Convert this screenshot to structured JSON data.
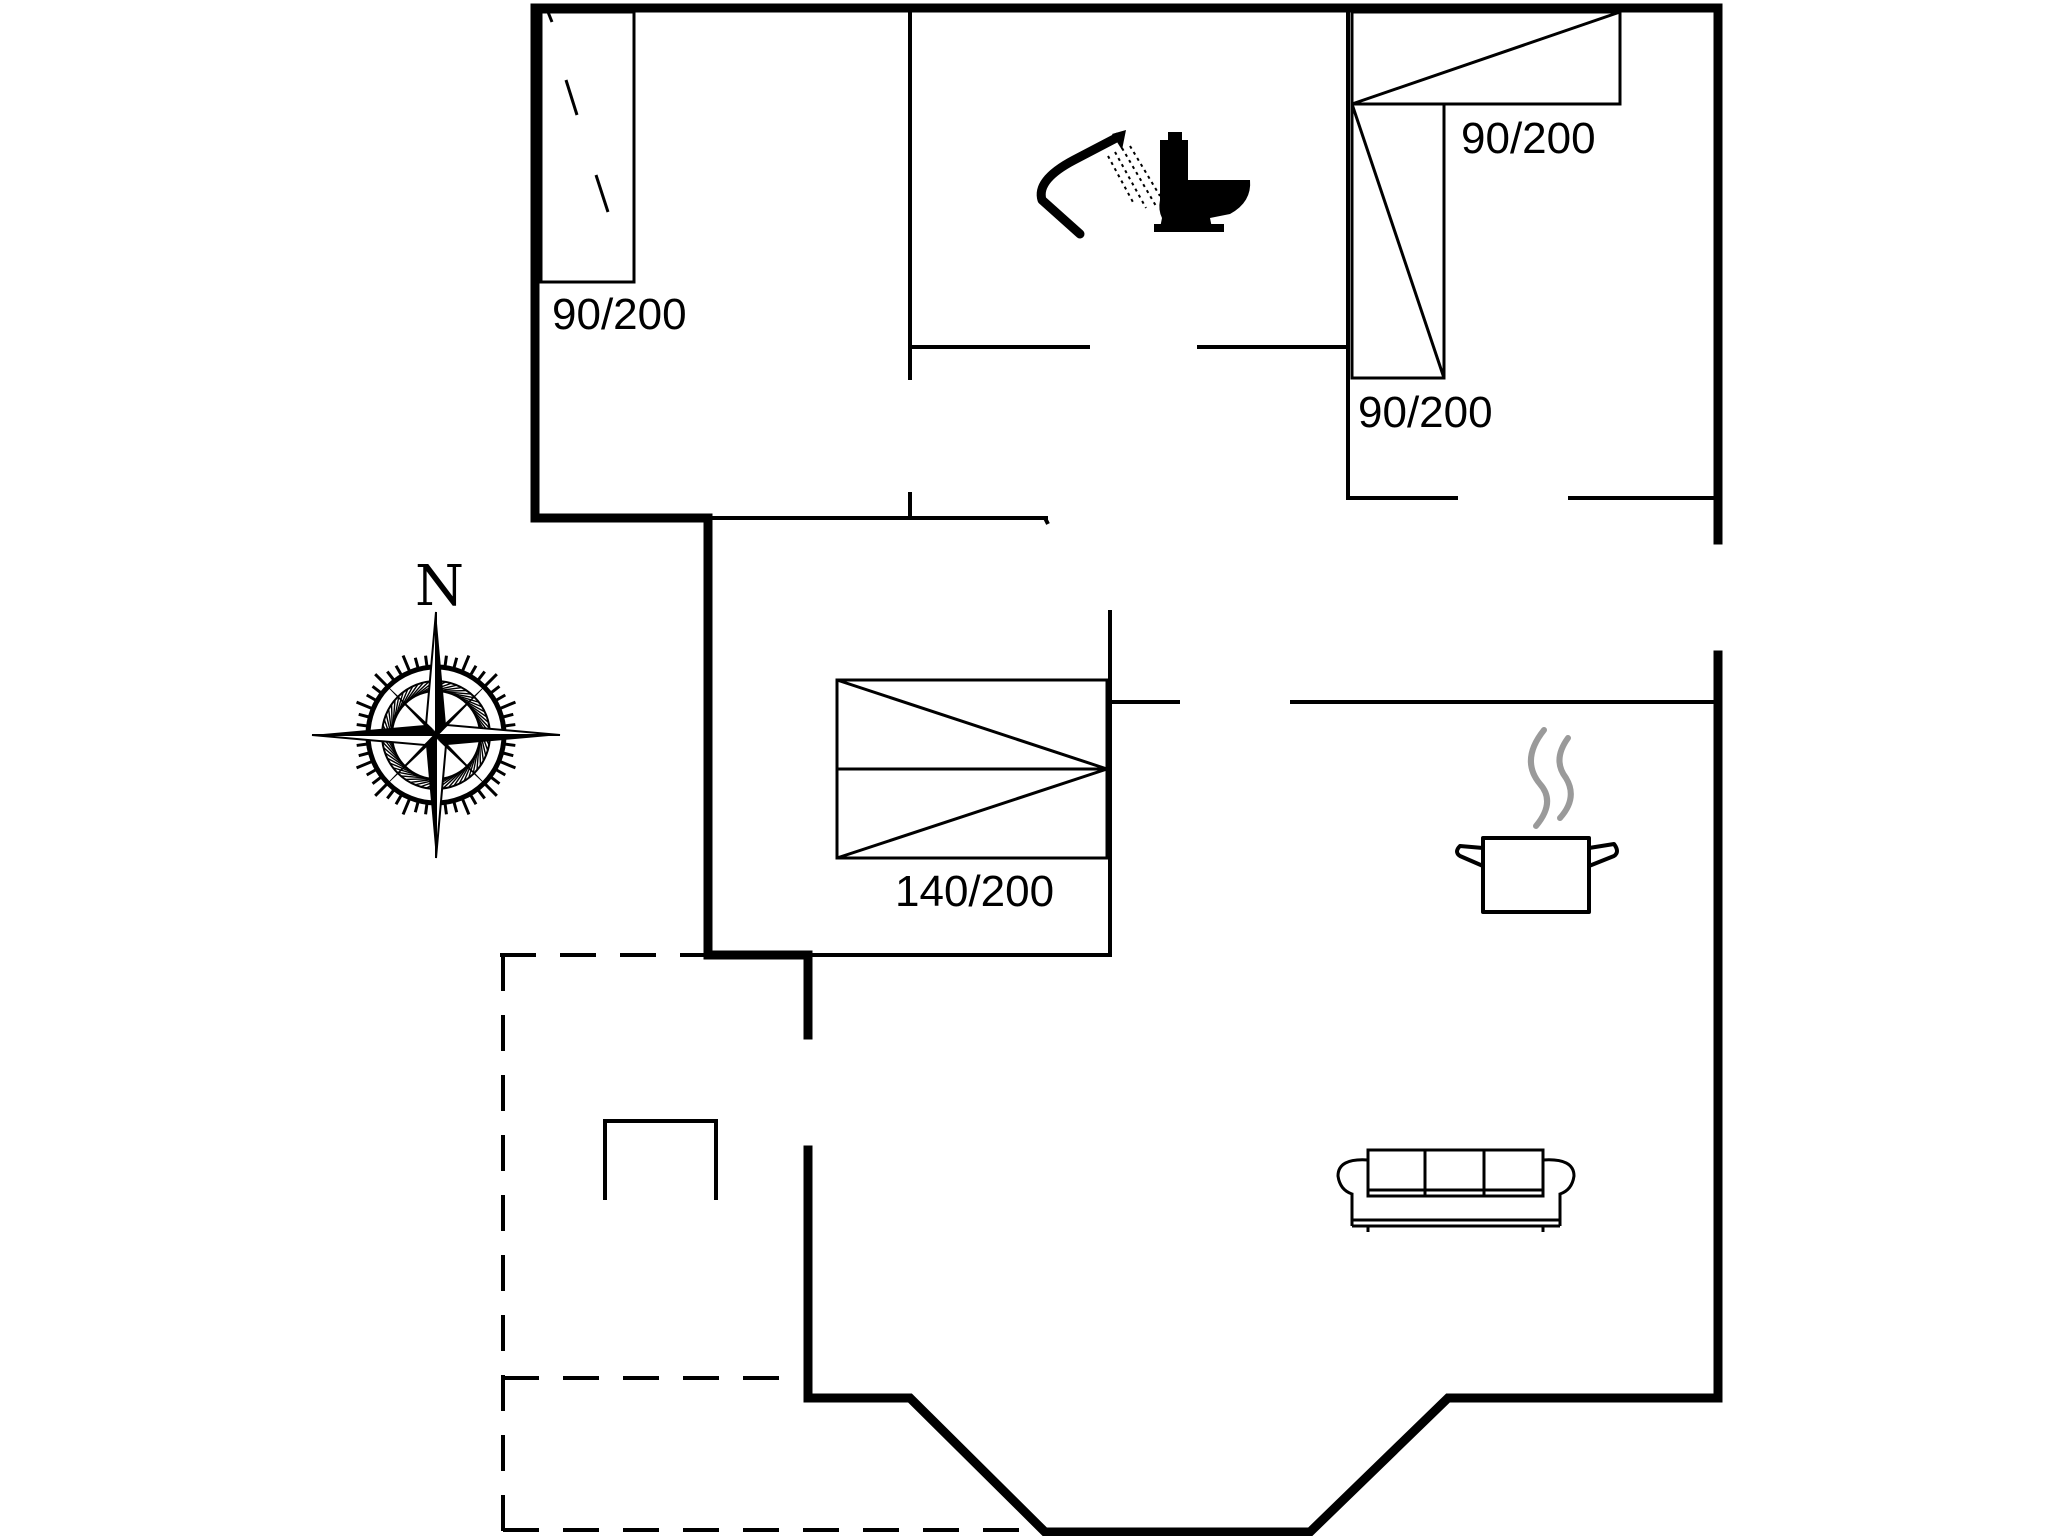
{
  "floorplan": {
    "bed_labels": {
      "bedroom_left": "90/200",
      "bedroom_right_top": "90/200",
      "bedroom_right_bottom": "90/200",
      "bedroom_center": "140/200"
    },
    "compass": {
      "north_letter": "N"
    },
    "icons": {
      "bathroom": [
        "shower-icon",
        "toilet-icon"
      ],
      "kitchen": "cooking-pot-icon",
      "living_room": "sofa-icon",
      "terrace": "garden-chair-icon"
    },
    "colors": {
      "line": "#000000",
      "steam": "#9a9a9a",
      "background": "#ffffff"
    }
  }
}
